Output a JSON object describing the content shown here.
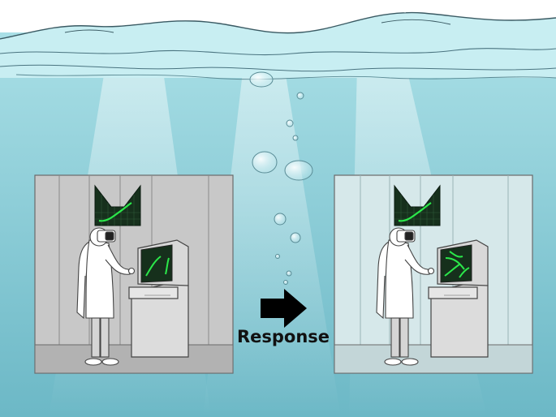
{
  "caption": {
    "arrow_label": "Response"
  },
  "panels": [
    {
      "name": "before",
      "room_wall": "#c8c8c8",
      "monitor_traces": 2
    },
    {
      "name": "after",
      "room_wall": "#d6e8ea",
      "monitor_traces": 4
    }
  ],
  "colors": {
    "water_top": "#a9dfe6",
    "water_bottom": "#6cb8c6",
    "wave_crest": "#ffffff",
    "screen_bg": "#16301c",
    "trace_green": "#2be84a",
    "arrow": "#000000"
  },
  "icons": [
    "waves",
    "bubbles",
    "lab-coat-person",
    "vr-headset",
    "arcade-terminal",
    "right-arrow"
  ]
}
